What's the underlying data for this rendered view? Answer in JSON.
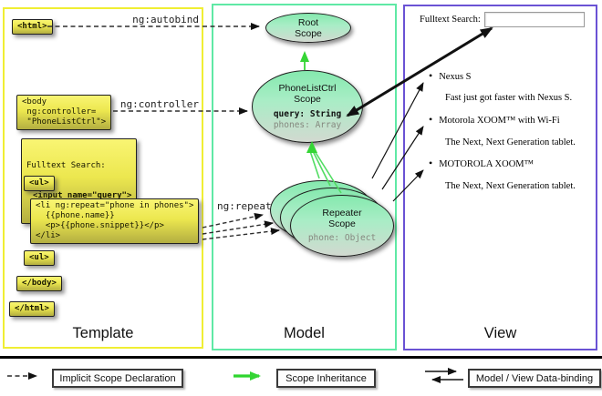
{
  "sections": {
    "template": {
      "label": "Template"
    },
    "model": {
      "label": "Model"
    },
    "view": {
      "label": "View"
    }
  },
  "template": {
    "autobind_label": "ng:autobind",
    "controller_label": "ng:controller",
    "repeat_label": "ng:repeat",
    "boxes": {
      "html_open": "<html>",
      "body_open": "<body\n ng:controller=\n \"PhoneListCtrl\">",
      "fulltext_line1": "Fulltext Search:",
      "fulltext_line2": "<input name=\"query\">",
      "ul_open": "<ul>",
      "li_repeat": "<li ng:repeat=\"phone in phones\">\n  {{phone.name}}\n  <p>{{phone.snippet}}</p>\n</li>",
      "ul_close": "<ul>",
      "body_close": "</body>",
      "html_close": "</html>"
    }
  },
  "model": {
    "root_scope": {
      "title": "Root\nScope"
    },
    "phonelist_scope": {
      "title": "PhoneListCtrl\nScope",
      "prop_query": "query: String",
      "prop_phones": "phones: Array"
    },
    "repeater_scope": {
      "title": "Repeater\nScope",
      "prop_phone": "phone: Object"
    }
  },
  "view": {
    "search_label": "Fulltext Search:",
    "search_value": "",
    "bullet": "•",
    "items": [
      {
        "title": "Nexus S",
        "desc": "Fast just got faster with Nexus S."
      },
      {
        "title": "Motorola XOOM™  with Wi-Fi",
        "desc": "The Next, Next Generation tablet."
      },
      {
        "title": "MOTOROLA XOOM™",
        "desc": "The Next, Next Generation tablet."
      }
    ]
  },
  "legend": [
    {
      "label": "Implicit Scope Declaration",
      "arrow": "dashed-black-arrow"
    },
    {
      "label": "Scope Inheritance",
      "arrow": "green-solid-arrow"
    },
    {
      "label": "Model / View Data-binding",
      "arrow": "double-black-arrow"
    }
  ],
  "colors": {
    "template_border": "#f0ee33",
    "model_border": "#5fe9a5",
    "view_border": "#6a52d4",
    "code_box_top": "#f9f573",
    "code_box_bottom": "#b3ae41",
    "scope_fill_top": "#85e9ae",
    "scope_fill_bottom": "#d2d9d0",
    "green_arrow": "#35d535",
    "arrow_black": "#111111"
  }
}
